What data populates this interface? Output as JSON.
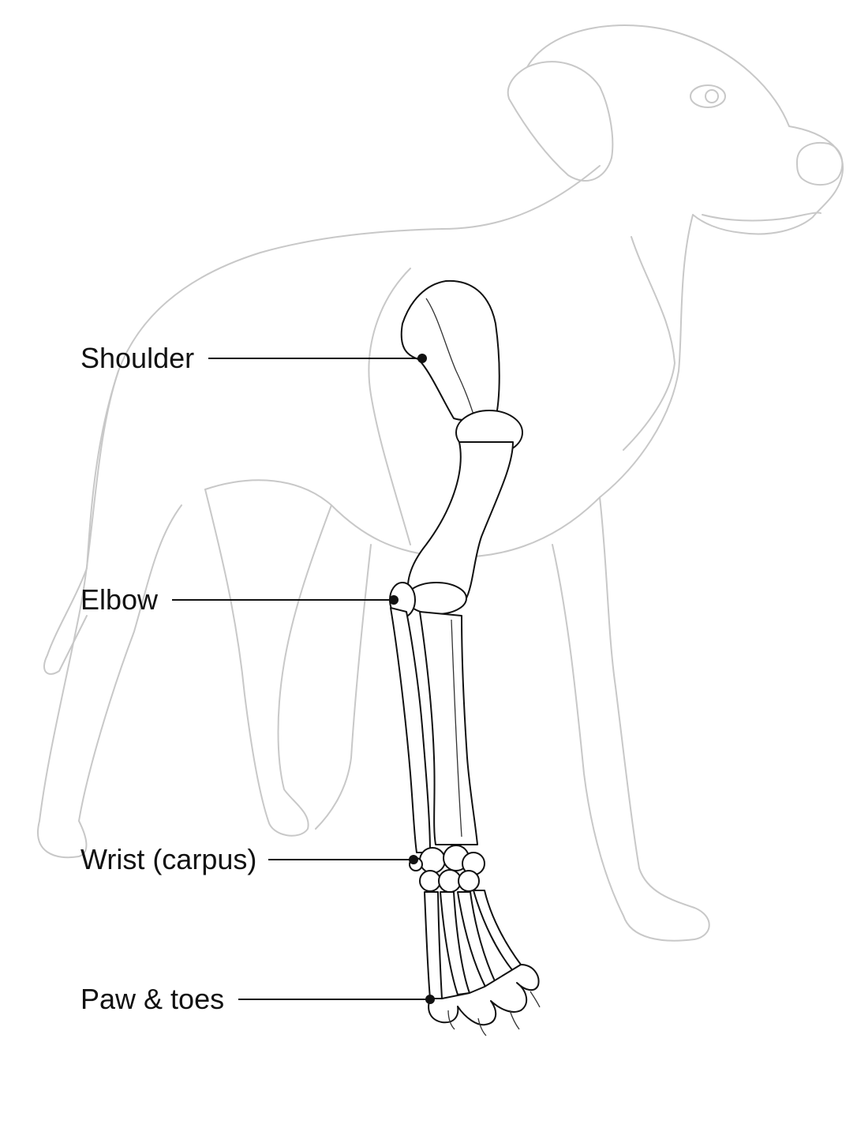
{
  "diagram": {
    "labels": [
      {
        "id": "shoulder",
        "text": "Shoulder"
      },
      {
        "id": "elbow",
        "text": "Elbow"
      },
      {
        "id": "wrist",
        "text": "Wrist (carpus)"
      },
      {
        "id": "paw",
        "text": "Paw & toes"
      }
    ],
    "colors": {
      "outline": "#c8c8c8",
      "bone_stroke": "#111111",
      "text": "#111111",
      "background": "#ffffff"
    }
  }
}
